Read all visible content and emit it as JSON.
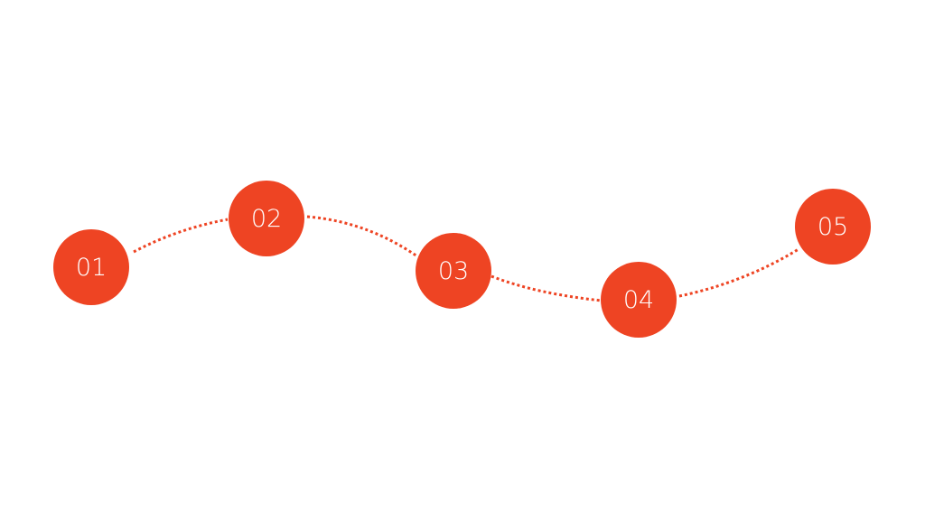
{
  "accent_color": "#EE4423",
  "steps": [
    {
      "label": "01"
    },
    {
      "label": "02"
    },
    {
      "label": "03"
    },
    {
      "label": "04"
    },
    {
      "label": "05"
    }
  ]
}
